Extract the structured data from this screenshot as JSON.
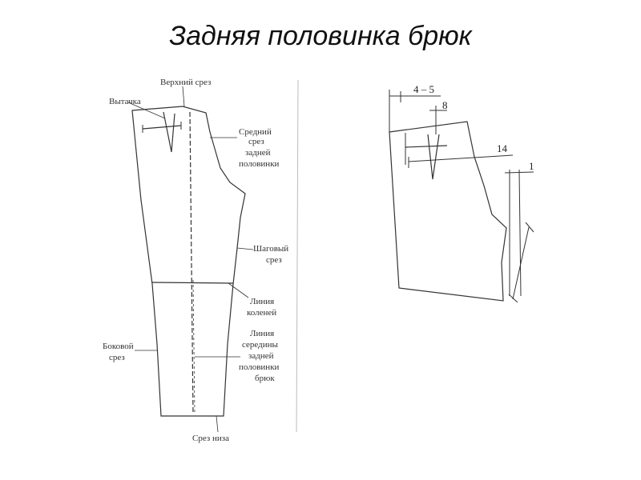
{
  "title": "Задняя половинка брюк",
  "left_diagram": {
    "labels": {
      "waist": "Верхний срез",
      "dart": "Вытачка",
      "center_back_1": "Средний",
      "center_back_2": "срез",
      "center_back_3": "задней",
      "center_back_4": "половинки",
      "inseam_1": "Шаговый",
      "inseam_2": "срез",
      "knee_1": "Линия",
      "knee_2": "коленей",
      "middle_1": "Линия",
      "middle_2": "середины",
      "middle_3": "задней",
      "middle_4": "половинки",
      "middle_5": "брюк",
      "side_1": "Боковой",
      "side_2": "срез",
      "hem": "Срез низа"
    }
  },
  "right_diagram": {
    "dimensions": {
      "top_offset": "4 – 5",
      "dart_width": "8",
      "pocket_length": "14",
      "seam_allowance": "1"
    }
  }
}
